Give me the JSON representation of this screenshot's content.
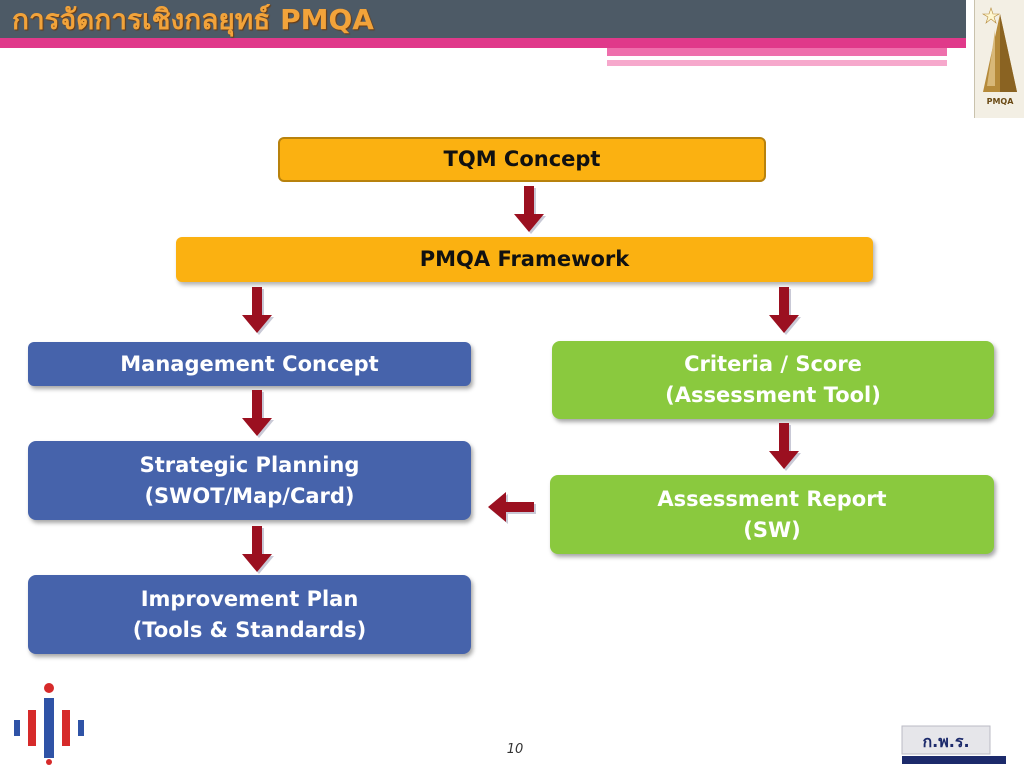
{
  "header": {
    "title": "การจัดการเชิงกลยุทธ์  PMQA",
    "logo_text": "PMQA"
  },
  "diagram": {
    "tqm": "TQM  Concept",
    "framework": "PMQA  Framework",
    "management": "Management Concept",
    "strategic": {
      "line1": "Strategic Planning",
      "line2": "(SWOT/Map/Card)"
    },
    "improvement": {
      "line1": "Improvement Plan",
      "line2": "(Tools & Standards)"
    },
    "criteria": {
      "line1": "Criteria / Score",
      "line2": "(Assessment Tool)"
    },
    "report": {
      "line1": "Assessment Report",
      "line2": "(SW)"
    }
  },
  "footer": {
    "page_number": "10",
    "org_logo_text": "ก.พ.ร."
  }
}
